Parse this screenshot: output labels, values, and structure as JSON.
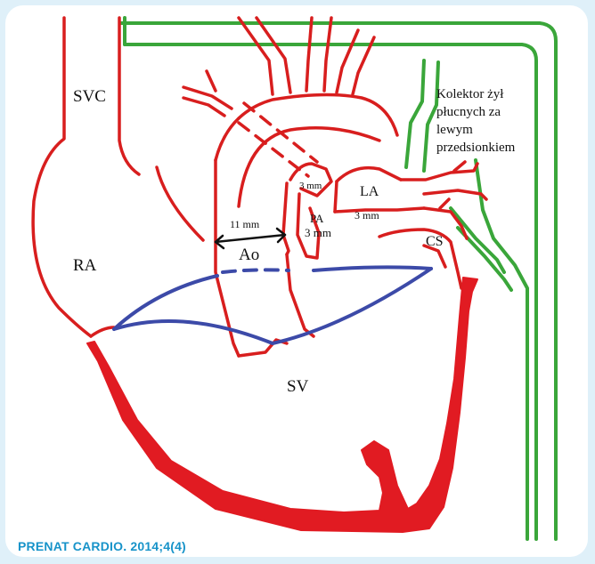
{
  "colors": {
    "vessel_outline": "#d81e1e",
    "ventricle_fill": "#e11b22",
    "pulmonary_collector": "#3aa63a",
    "ventricle_boundary": "#3c4aa8",
    "measurement_arrow": "#111111",
    "citation": "#1793c9",
    "page_background": "#dff0f9"
  },
  "labels": {
    "svc": "SVC",
    "ra": "RA",
    "ao": "Ao",
    "la": "LA",
    "pa_line1": "PA",
    "pa_line2": "3 mm",
    "sv": "SV",
    "cs": "CS",
    "measure_11mm": "11 mm",
    "measure_3mm_upper": "3 mm",
    "measure_3mm_lower": "3 mm",
    "collector_line1": "Kolektor żył",
    "collector_line2": "płucnych za",
    "collector_line3": "lewym",
    "collector_line4": "przedsionkiem"
  },
  "citation": "PRENAT CARDIO. 2014;4(4)"
}
